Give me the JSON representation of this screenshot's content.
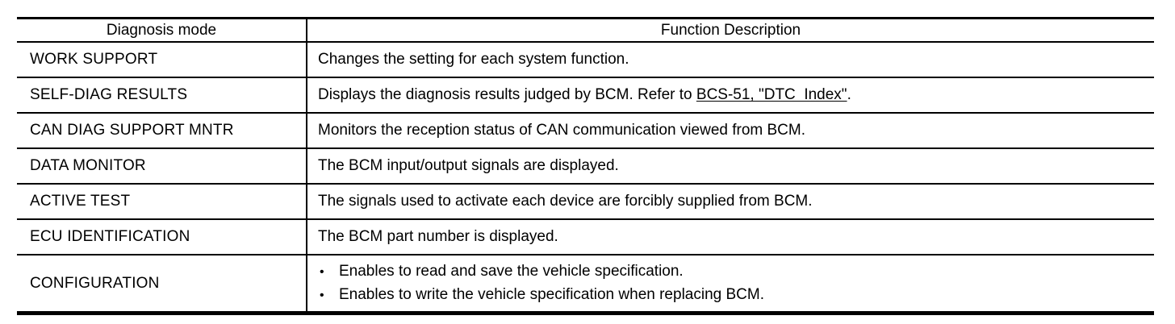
{
  "page": {
    "background_color": "#ffffff",
    "text_color": "#000000",
    "border_color": "#000000"
  },
  "table": {
    "columns": [
      {
        "label": "Diagnosis mode"
      },
      {
        "label": "Function Description"
      }
    ],
    "rows": [
      {
        "mode": "WORK SUPPORT",
        "description": "Changes the setting for each system function."
      },
      {
        "mode": "SELF-DIAG RESULTS",
        "description_prefix": "Displays the diagnosis results judged by BCM. Refer to ",
        "link_text": "BCS-51, \"DTC  Index\"",
        "description_suffix": "."
      },
      {
        "mode": "CAN DIAG SUPPORT MNTR",
        "description": "Monitors the reception status of CAN communication viewed from BCM."
      },
      {
        "mode": "DATA MONITOR",
        "description": "The BCM input/output signals are displayed."
      },
      {
        "mode": "ACTIVE TEST",
        "description": "The signals used to activate each device are forcibly supplied from BCM."
      },
      {
        "mode": "ECU IDENTIFICATION",
        "description": "The BCM part number is displayed."
      },
      {
        "mode": "CONFIGURATION",
        "bullet_glyph": "•",
        "bullets": [
          "Enables to read and save the vehicle specification.",
          "Enables to write the vehicle specification when replacing BCM."
        ]
      }
    ]
  }
}
